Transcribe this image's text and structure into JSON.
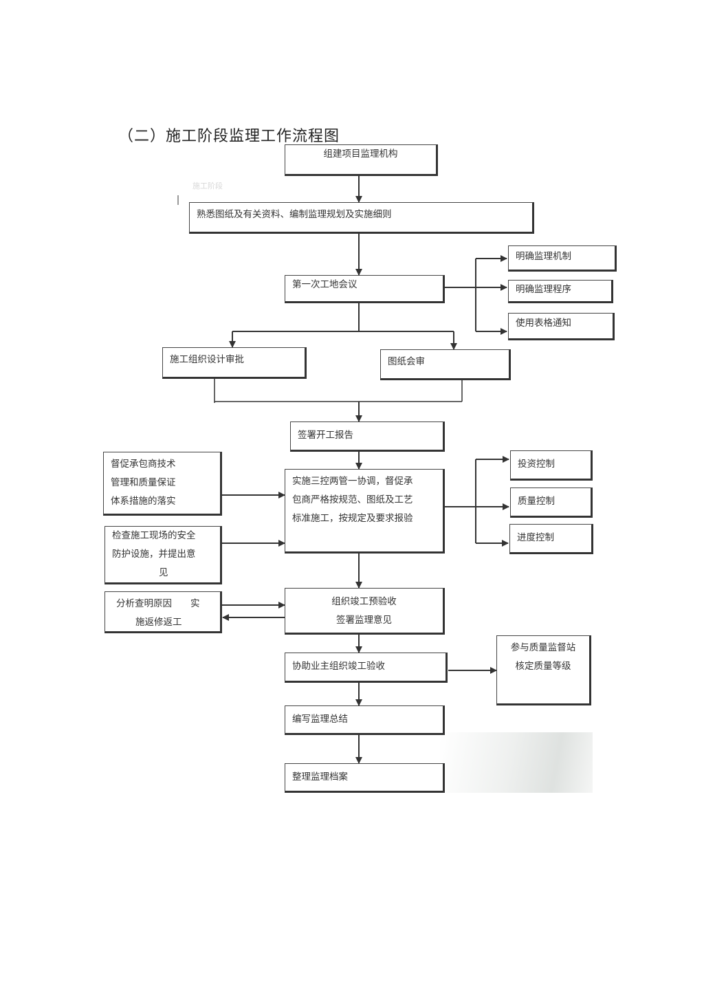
{
  "title": "（二）施工阶段监理工作流程图",
  "watermark_text": "施工阶段",
  "nodes": {
    "n1": [
      "组建项目监理机构"
    ],
    "n2": [
      "熟悉图纸及有关资料、编制监理规划及实施细则"
    ],
    "n3": [
      "第一次工地会议"
    ],
    "r1": [
      "明确监理机制"
    ],
    "r2": [
      "明确监理程序"
    ],
    "r3": [
      "使用表格通知"
    ],
    "n4a": [
      "施工组织设计审批"
    ],
    "n4b": [
      "图纸会审"
    ],
    "n5": [
      "签署开工报告"
    ],
    "n6": [
      "实施三控两管一协调，督促承",
      "包商严格按规范、图纸及工艺",
      "标准施工，按规定及要求报验"
    ],
    "l1": [
      "督促承包商技术",
      "管理和质量保证",
      "体系措施的落实"
    ],
    "l2": [
      "检查施工现场的安全",
      "防护设施，并提出意",
      "见"
    ],
    "c1": [
      "投资控制"
    ],
    "c2": [
      "质量控制"
    ],
    "c3": [
      "进度控制"
    ],
    "n7": [
      "组织竣工预验收",
      "签署监理意见"
    ],
    "l3": [
      "分析查明原因　　实",
      "施返修返工"
    ],
    "n8": [
      "协助业主组织竣工验收"
    ],
    "q1": [
      "参与质量监督站",
      "核定质量等级"
    ],
    "n9": [
      "编写监理总结"
    ],
    "n10": [
      "整理监理档案"
    ]
  }
}
